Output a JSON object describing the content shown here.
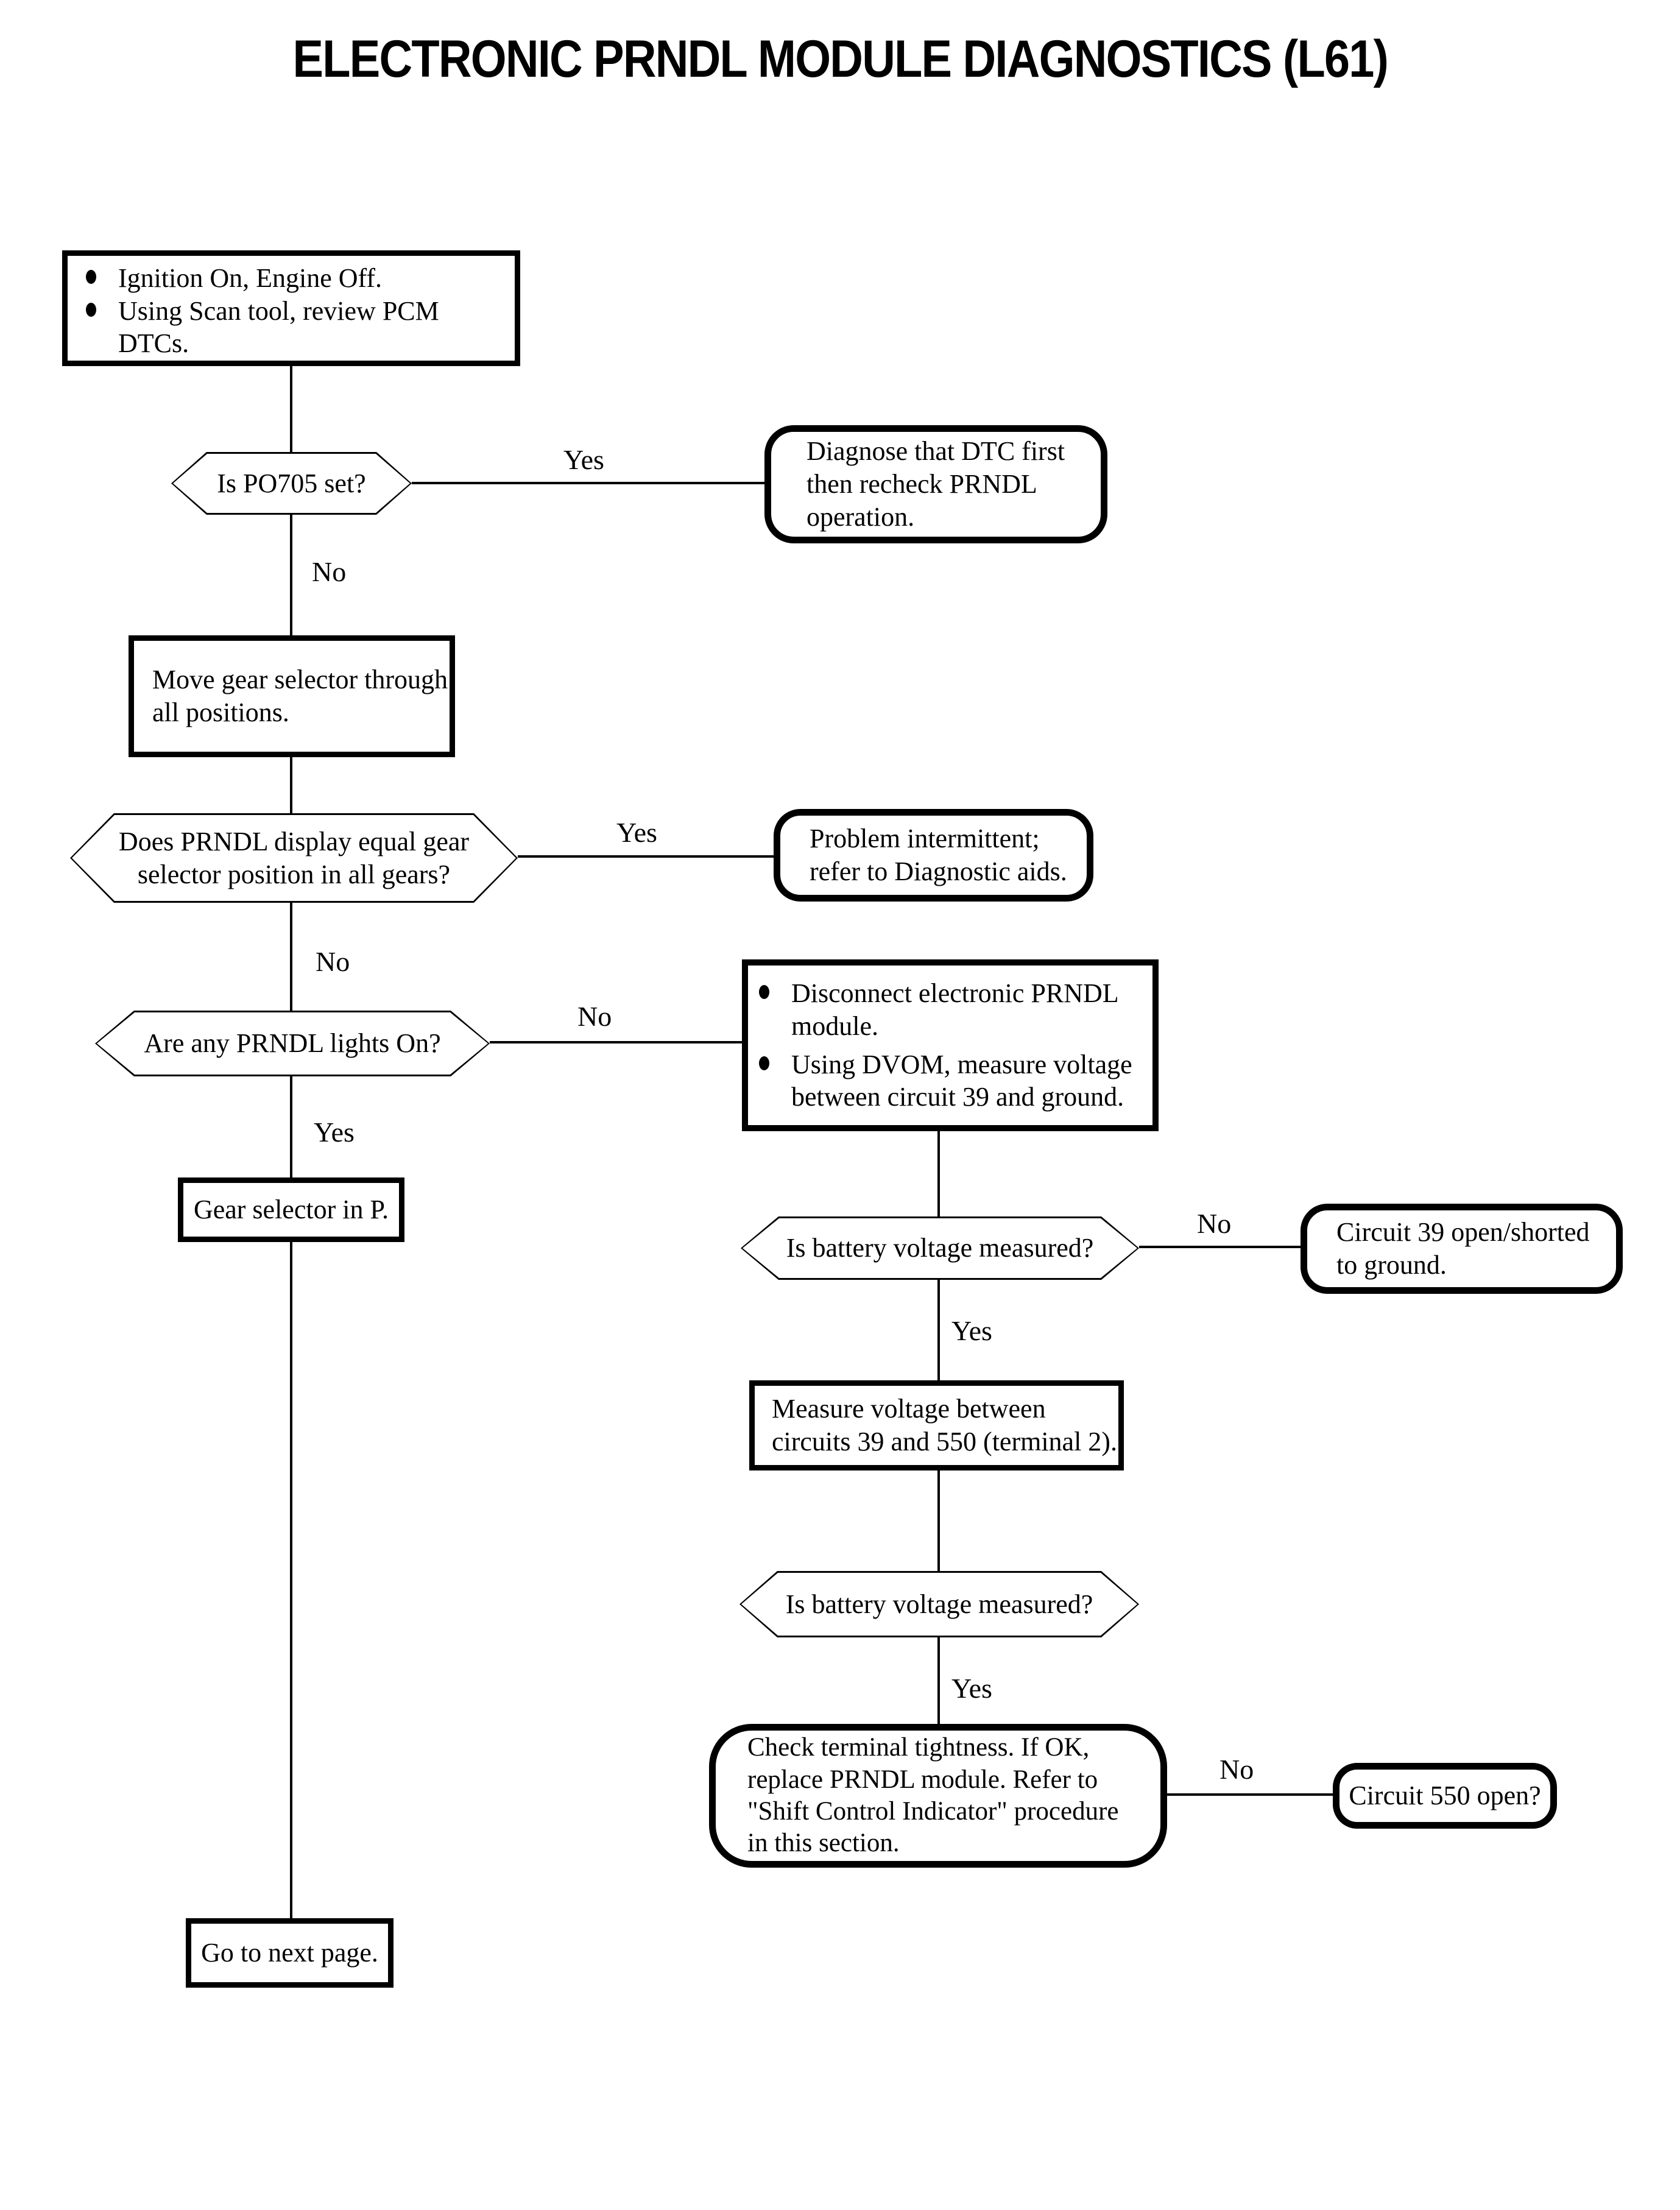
{
  "title": "ELECTRONIC PRNDL MODULE DIAGNOSTICS (L61)",
  "labels": {
    "yes": "Yes",
    "no": "No"
  },
  "nodes": {
    "start": {
      "bullets": [
        "Ignition On, Engine Off.",
        "Using Scan tool, review PCM DTCs."
      ]
    },
    "is_po705_set": {
      "text": "Is PO705 set?"
    },
    "diagnose_dtc": {
      "lines": [
        "Diagnose that DTC first",
        "then recheck PRNDL",
        "operation."
      ]
    },
    "move_gear_selector": {
      "lines": [
        "Move gear selector through",
        "all positions."
      ]
    },
    "prndl_display_equal": {
      "lines": [
        "Does PRNDL display equal gear",
        "selector position in all gears?"
      ]
    },
    "problem_intermittent": {
      "lines": [
        "Problem intermittent;",
        "refer to Diagnostic aids."
      ]
    },
    "prndl_lights_on": {
      "text": "Are any PRNDL lights On?"
    },
    "disconnect_module": {
      "bullets": [
        [
          "Disconnect electronic PRNDL",
          "module."
        ],
        [
          "Using DVOM, measure voltage",
          "between circuit 39 and ground."
        ]
      ]
    },
    "gear_selector_in_p": {
      "text": "Gear selector in P."
    },
    "battery_voltage_1": {
      "text": "Is battery voltage measured?"
    },
    "circuit_39": {
      "lines": [
        "Circuit 39 open/shorted",
        "to ground."
      ]
    },
    "measure_voltage": {
      "lines": [
        "Measure voltage between",
        "circuits 39 and 550 (terminal 2)."
      ]
    },
    "battery_voltage_2": {
      "text": "Is battery voltage measured?"
    },
    "check_terminal": {
      "lines": [
        "Check terminal tightness. If OK,",
        "replace PRNDL module. Refer to",
        "\"Shift Control Indicator\" procedure",
        "in this section."
      ]
    },
    "circuit_550": {
      "text": "Circuit 550 open?"
    },
    "go_next_page": {
      "text": "Go to next page."
    }
  }
}
